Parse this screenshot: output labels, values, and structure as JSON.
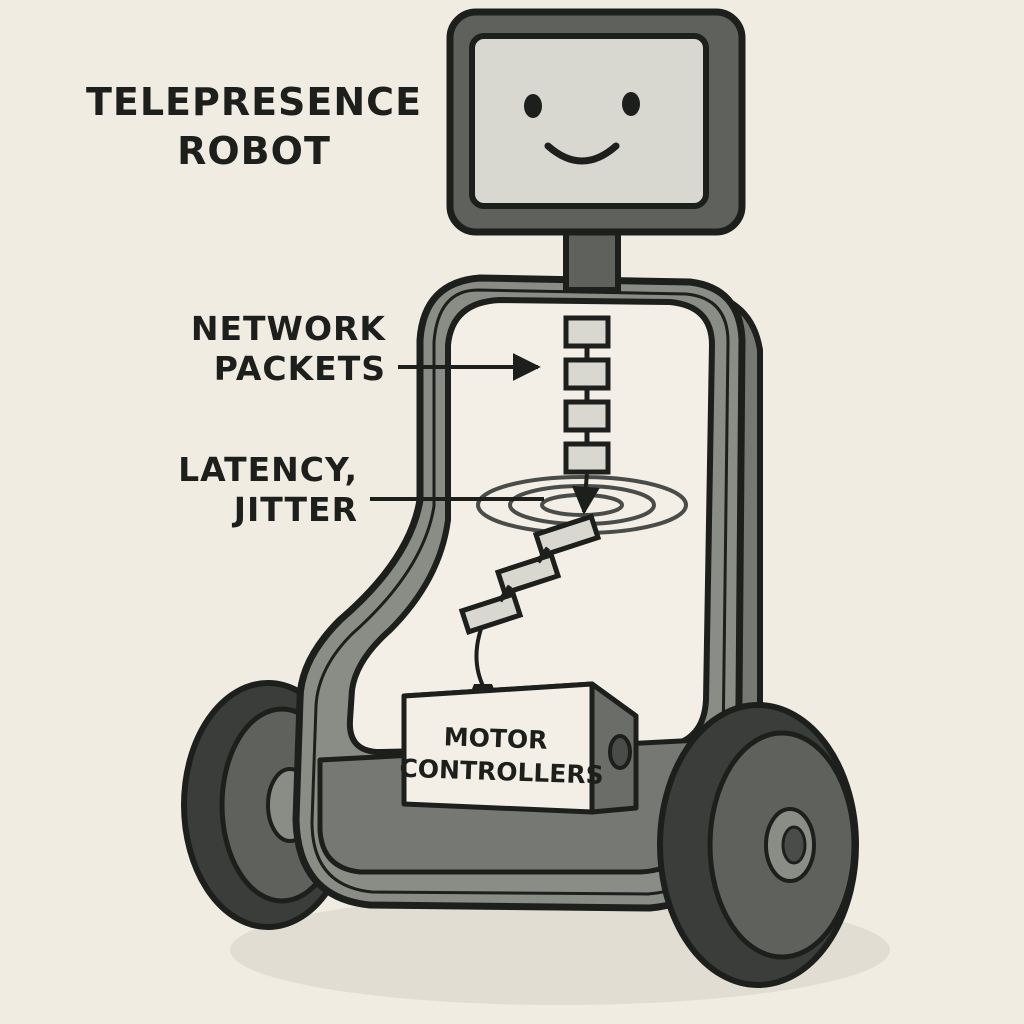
{
  "labels": {
    "title": [
      "TELEPRESENCE",
      "ROBOT"
    ],
    "network_packets": [
      "NETWORK",
      "PACKETS"
    ],
    "latency_jitter": [
      "LATENCY,",
      "JITTER"
    ],
    "motor_controllers": [
      "MOTOR",
      "CONTROLLERS"
    ]
  },
  "colors": {
    "background": "#f1ece2",
    "outline": "#2a2c2a",
    "body_gray": "#8a8c86",
    "screen_light": "#d9d8d0",
    "tire_dark": "#3b3d3a",
    "inner_panel": "#f3efe6"
  }
}
